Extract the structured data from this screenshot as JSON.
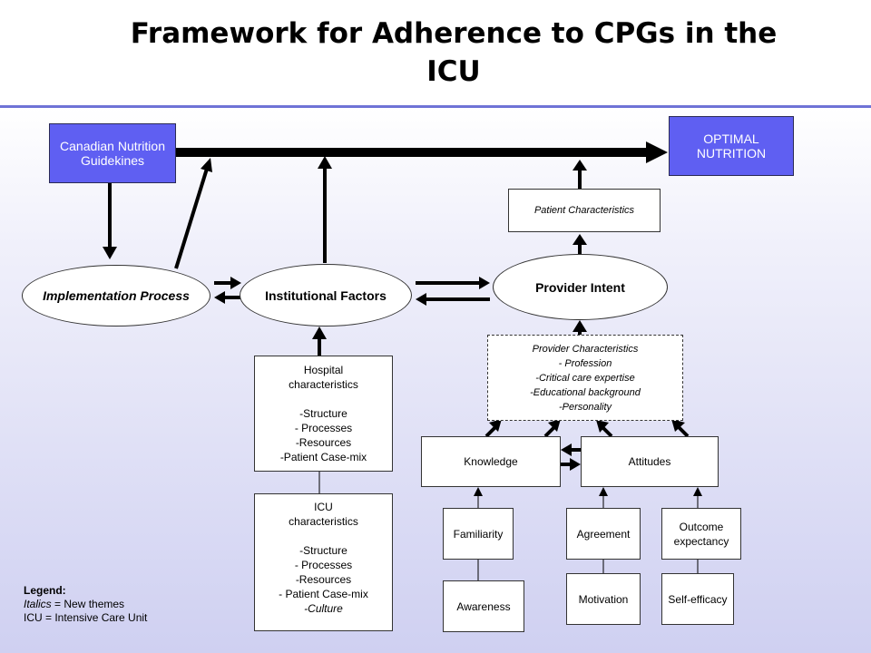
{
  "title": "Framework for Adherence to CPGs in the ICU",
  "colors": {
    "accent_box": "#5f5ff2",
    "rule": "#6f73d6",
    "box_text_on_accent": "#ffffff"
  },
  "nodes": {
    "canadian_nutrition": [
      "Canadian Nutrition",
      "Guidekines"
    ],
    "optimal_nutrition": [
      "OPTIMAL",
      "NUTRITION"
    ],
    "patient_characteristics": "Patient Characteristics",
    "implementation_process": "Implementation Process",
    "institutional_factors": "Institutional Factors",
    "provider_intent": "Provider Intent",
    "provider_characteristics": [
      "Provider Characteristics",
      "- Profession",
      "-Critical care expertise",
      "-Educational background",
      "-Personality"
    ],
    "hospital_characteristics": [
      "Hospital",
      "characteristics",
      "",
      "-Structure",
      "- Processes",
      "-Resources",
      "-Patient Case-mix"
    ],
    "icu_characteristics": [
      "ICU",
      "characteristics",
      "",
      "-Structure",
      "- Processes",
      "-Resources",
      "- Patient Case-mix",
      "-Culture"
    ],
    "knowledge": "Knowledge",
    "attitudes": "Attitudes",
    "familiarity": "Familiarity",
    "awareness": "Awareness",
    "agreement": "Agreement",
    "motivation": "Motivation",
    "outcome_expectancy": [
      "Outcome",
      "expectancy"
    ],
    "self_efficacy": "Self-efficacy"
  },
  "legend": {
    "heading": "Legend:",
    "italics_word": "Italics",
    "italics_rest": " = New themes",
    "icu": "ICU  = Intensive Care Unit"
  }
}
